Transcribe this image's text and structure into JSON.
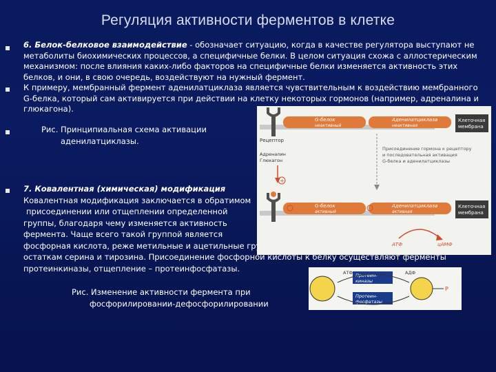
{
  "slide": {
    "title": "Регуляция активности ферментов в клетке"
  },
  "section6": {
    "heading": "6. Белок-белковое взаимодействие",
    "lines": [
      " - обозначает ситуацию, когда в качестве регулятора выступают не",
      "метаболиты биохимических процессов, а специфичные белки. В целом ситуация схожа с аллостерическим",
      "механизмом: после влияния каких-либо факторов на специфичные белки изменяется активность этих",
      "белков, и они, в свою очередь, воздействуют на нужный фермент."
    ]
  },
  "example": {
    "lines": [
      "К примеру, мембранный фермент аденилатциклаза является чувствительным к воздействию мембранного",
      "G-белка, который сам активируется при действии на клетку некоторых гормонов (например, адреналина и",
      "глюкагона)."
    ]
  },
  "caption1": {
    "line1": "Рис. Принципиальная схема активации",
    "line2": "аденилатциклазы."
  },
  "section7": {
    "heading": "7. Ковалентная (химическая) модификация",
    "lines": [
      "Ковалентная модификация заключается в обратимом",
      "присоединении или отщеплении определенной",
      "группы, благодаря чему изменяется активность",
      "фермента. Чаще всего такой группой является",
      "фосфорная кислота, реже метильные и ацетильные группы. Фосфорилирование фермента происходит по",
      "остаткам серина и тирозина. Присоединение фосфорной кислоты к белку осуществляют ферменты",
      "протеинкиназы, отщепление – протеинфосфатазы."
    ]
  },
  "caption2": {
    "line1": "Рис. Изменение активности фермента при",
    "line2": "фосфорилировании-дефосфорилировании"
  },
  "diagram1": {
    "g_protein_top": "G-белок",
    "g_protein_top_state": "неактивный",
    "ac_top": "Аденилатциклаза",
    "ac_top_state": "неактивная",
    "membrane_top_1": "Клеточная",
    "membrane_top_2": "мембрана",
    "receptor": "Рецептор",
    "hormone_1": "Адреналин",
    "hormone_2": "Глюкагон",
    "note_1": "Присоединение гормона к рецептору",
    "note_2": "и последовательная активация",
    "note_3": "G-белка и аденилатциклазы",
    "g_protein_bottom": "G-белок",
    "g_protein_bottom_state": "активный",
    "ac_bottom": "Аденилатциклаза",
    "ac_bottom_state": "активная",
    "membrane_bottom_1": "Клеточная",
    "membrane_bottom_2": "мембрана",
    "atp": "АТФ",
    "camp": "цАМФ",
    "plus": "+"
  },
  "diagram2": {
    "atp": "АТФ",
    "adp": "АДФ",
    "kinase_1": "Протеин-",
    "kinase_2": "киназы",
    "phosphatase_1": "Протеин-",
    "phosphatase_2": "фосфатазы",
    "p_label": "P"
  },
  "colors": {
    "background": "#0a1a5e",
    "title": "#d6dcf2",
    "capsule": "#e07a3a",
    "receptor": "#4f4f4f",
    "arrow": "#d24a2a",
    "membrane_box": "#3a3a3a"
  },
  "icons": {
    "bullet": "square-bullet"
  }
}
